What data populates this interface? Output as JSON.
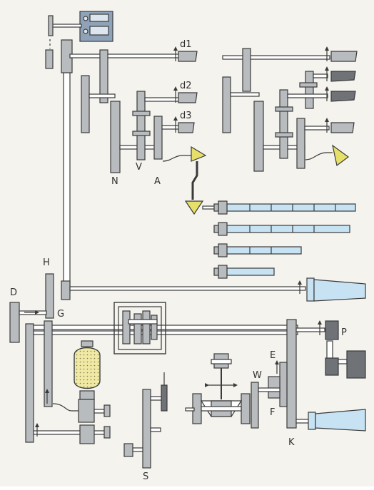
{
  "colors": {
    "background": "#f4f3ee",
    "gear": "#b9bcbf",
    "stroke": "#3a3a3a",
    "shaft": "#ffffff",
    "tool_blue": "#c7e3f3",
    "bevel_yellow": "#e6e06a",
    "cam_yellow": "#efe9a4",
    "motor_gray": "#6f7276",
    "panel_blue": "#8fa3b8"
  },
  "labels": {
    "d1": "d1",
    "d2": "d2",
    "d3": "d3",
    "N": "N",
    "V": "V",
    "A": "A",
    "H": "H",
    "D": "D",
    "G": "G",
    "P": "P",
    "E": "E",
    "W": "W",
    "F": "F",
    "K": "K",
    "S": "S"
  }
}
